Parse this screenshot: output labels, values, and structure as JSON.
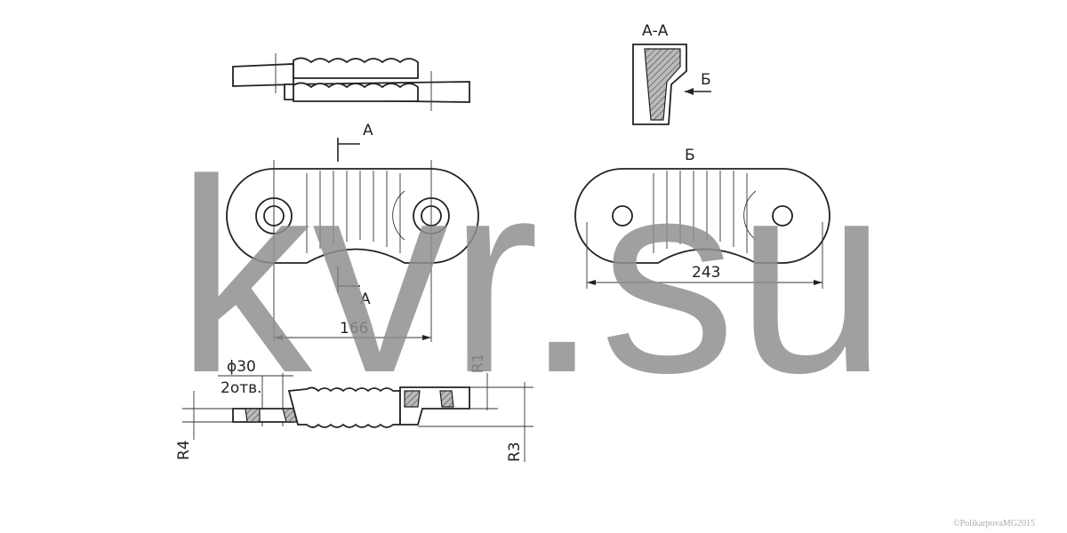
{
  "drawing": {
    "section_label": "А-А",
    "view_label": "Б",
    "cut_label_top": "А",
    "cut_label_bottom": "А",
    "arrow_label": "Б",
    "dim_length_left": "166",
    "dim_length_right": "243",
    "dim_hole_diameter": "ϕ30",
    "dim_hole_count": "2отв.",
    "dim_r1": "R1",
    "dim_r3": "R3",
    "dim_r4": "R4"
  },
  "watermark": "kvr.su",
  "copyright": "©PolikarpovaMG2015",
  "colors": {
    "line": "#222222",
    "watermark": "#8f8f8f"
  }
}
